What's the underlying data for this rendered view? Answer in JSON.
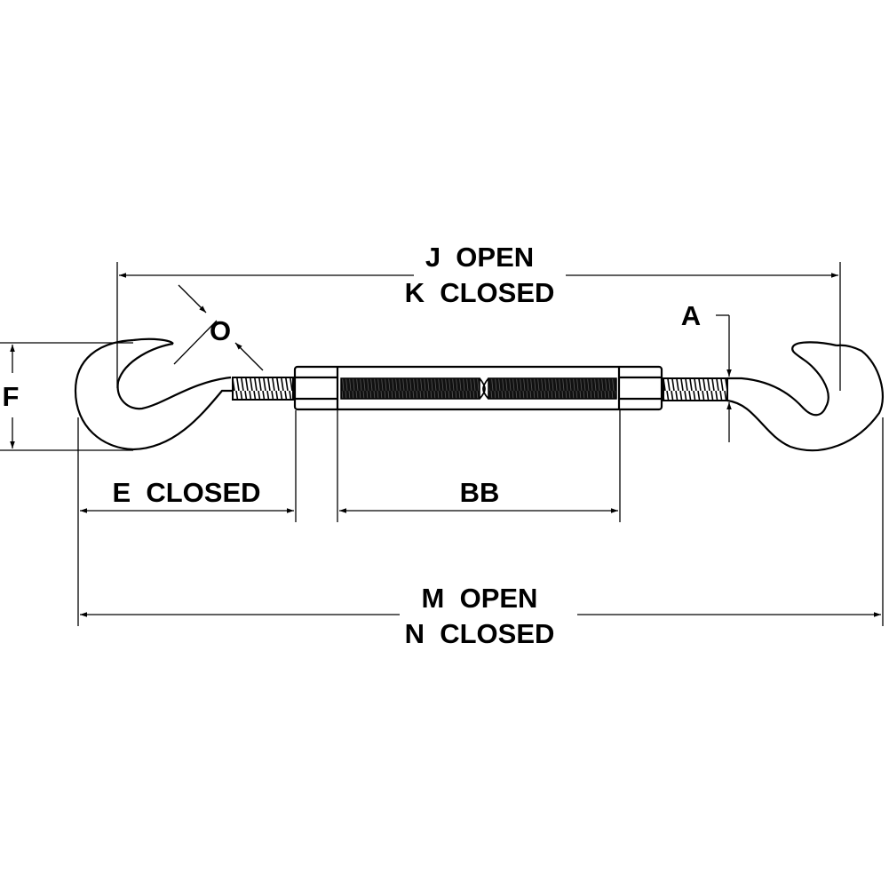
{
  "labels": {
    "j_open": "J  OPEN",
    "k_closed": "K  CLOSED",
    "m_open": "M  OPEN",
    "n_closed": "N  CLOSED",
    "e_closed": "E  CLOSED",
    "bb": "BB",
    "a": "A",
    "f": "F",
    "o": "O"
  },
  "colors": {
    "line": "#000000",
    "background": "#ffffff"
  }
}
